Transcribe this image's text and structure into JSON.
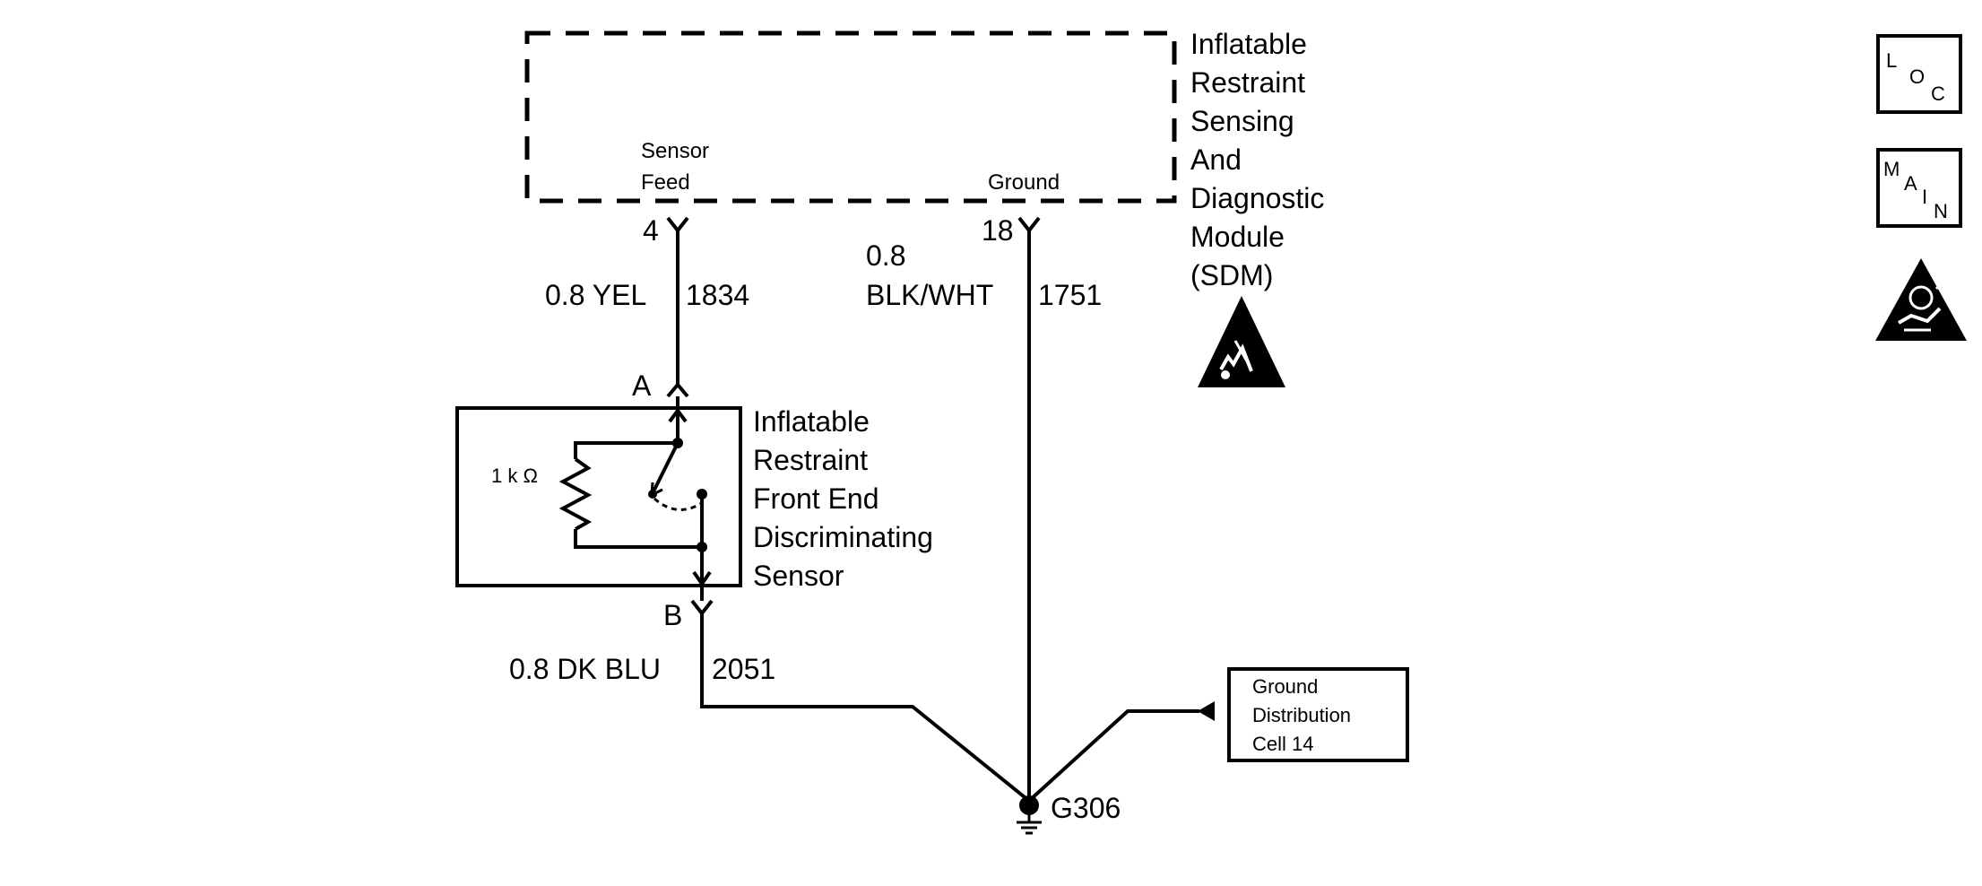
{
  "module": {
    "name_lines": [
      "Inflatable",
      "Restraint",
      "Sensing",
      "And",
      "Diagnostic",
      "Module",
      "(SDM)"
    ],
    "sensor_feed_lines": [
      "Sensor",
      "Feed"
    ],
    "ground_label": "Ground",
    "pin_sensor_feed": "4",
    "pin_ground": "18",
    "esd_icon": "esd-sensitive-icon"
  },
  "wires": {
    "feed": {
      "gauge_color": "0.8 YEL",
      "circuit": "1834"
    },
    "ground": {
      "gauge": "0.8",
      "color": "BLK/WHT",
      "circuit": "1751"
    },
    "return": {
      "gauge_color": "0.8 DK BLU",
      "circuit": "2051"
    }
  },
  "sensor": {
    "name_lines": [
      "Inflatable",
      "Restraint",
      "Front End",
      "Discriminating",
      "Sensor"
    ],
    "pin_a": "A",
    "pin_b": "B",
    "resistor_value": "1 k Ω"
  },
  "ground_point": {
    "label": "G306"
  },
  "ground_reference": {
    "lines": [
      "Ground",
      "Distribution",
      "Cell 14"
    ]
  },
  "side_icons": {
    "loc": {
      "letters": [
        "L",
        "O",
        "C"
      ]
    },
    "main": {
      "letters": [
        "M",
        "A",
        "I",
        "N"
      ]
    },
    "airbag_icon": "airbag-warning-icon"
  }
}
